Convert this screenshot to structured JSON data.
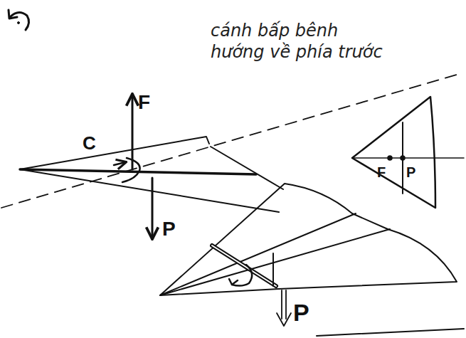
{
  "diagram": {
    "labels": [
      "cánh bấp bênh hướng về phía trước",
      "F",
      "C",
      "P",
      "F",
      "P",
      "P"
    ]
  }
}
